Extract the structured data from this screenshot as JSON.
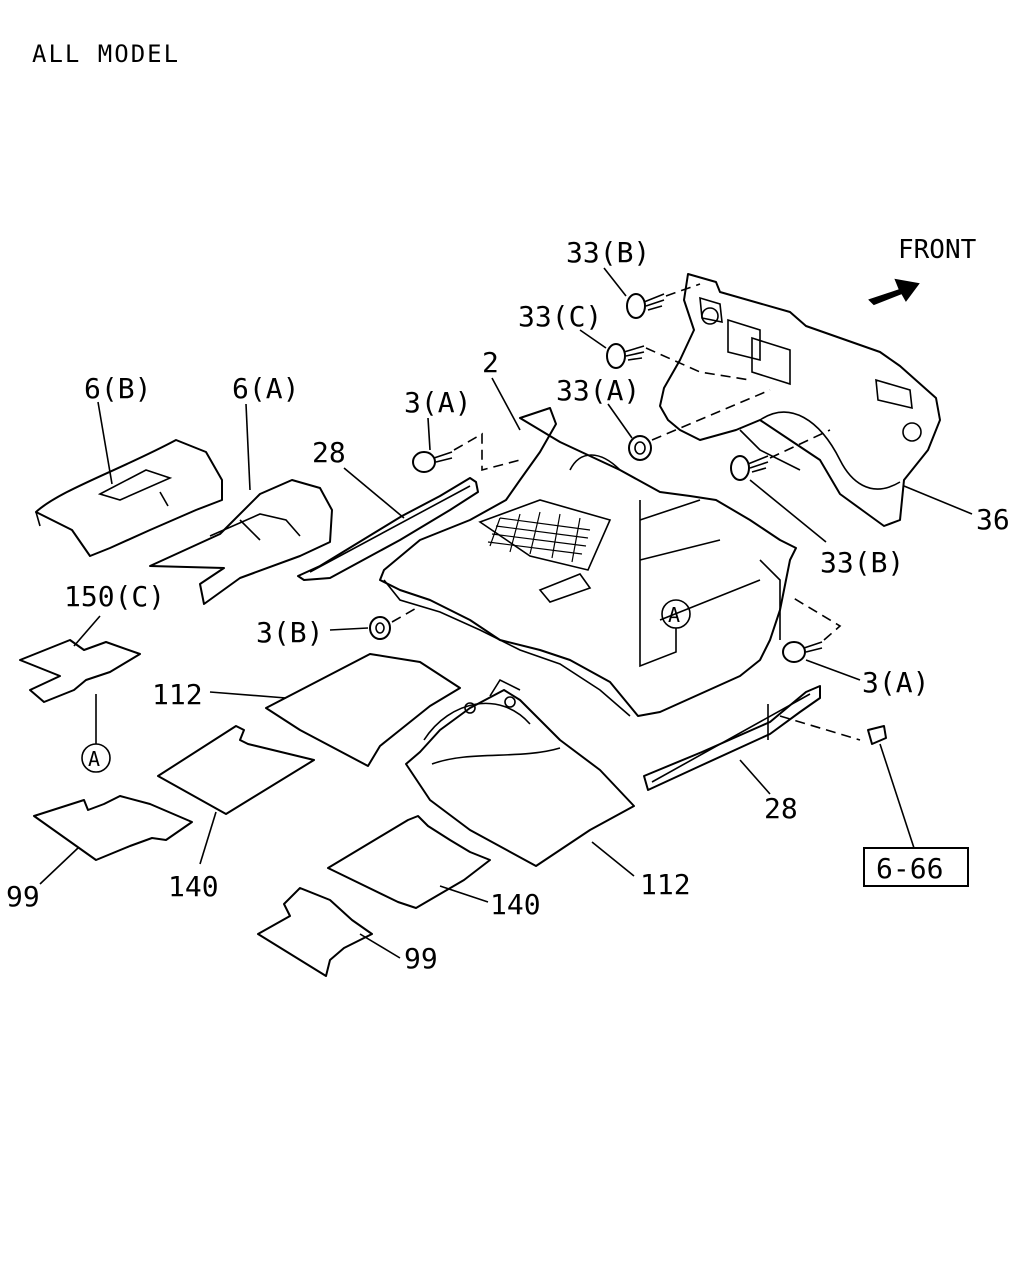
{
  "header": {
    "title": "ALL MODEL"
  },
  "direction": {
    "label": "FRONT"
  },
  "callouts": {
    "c_33b_top": "33(B)",
    "c_33c": "33(C)",
    "c_33a": "33(A)",
    "c_33b_right": "33(B)",
    "c_2": "2",
    "c_3a_top": "3(A)",
    "c_3a_right": "3(A)",
    "c_3b": "3(B)",
    "c_6b": "6(B)",
    "c_6a": "6(A)",
    "c_28_top": "28",
    "c_28_bottom": "28",
    "c_36": "36",
    "c_150c": "150(C)",
    "c_112_left": "112",
    "c_112_right": "112",
    "c_140_left": "140",
    "c_140_right": "140",
    "c_99_left": "99",
    "c_99_right": "99",
    "c_ref_a1": "A",
    "c_ref_a2": "A"
  },
  "reference_box": {
    "label": "6-66"
  }
}
